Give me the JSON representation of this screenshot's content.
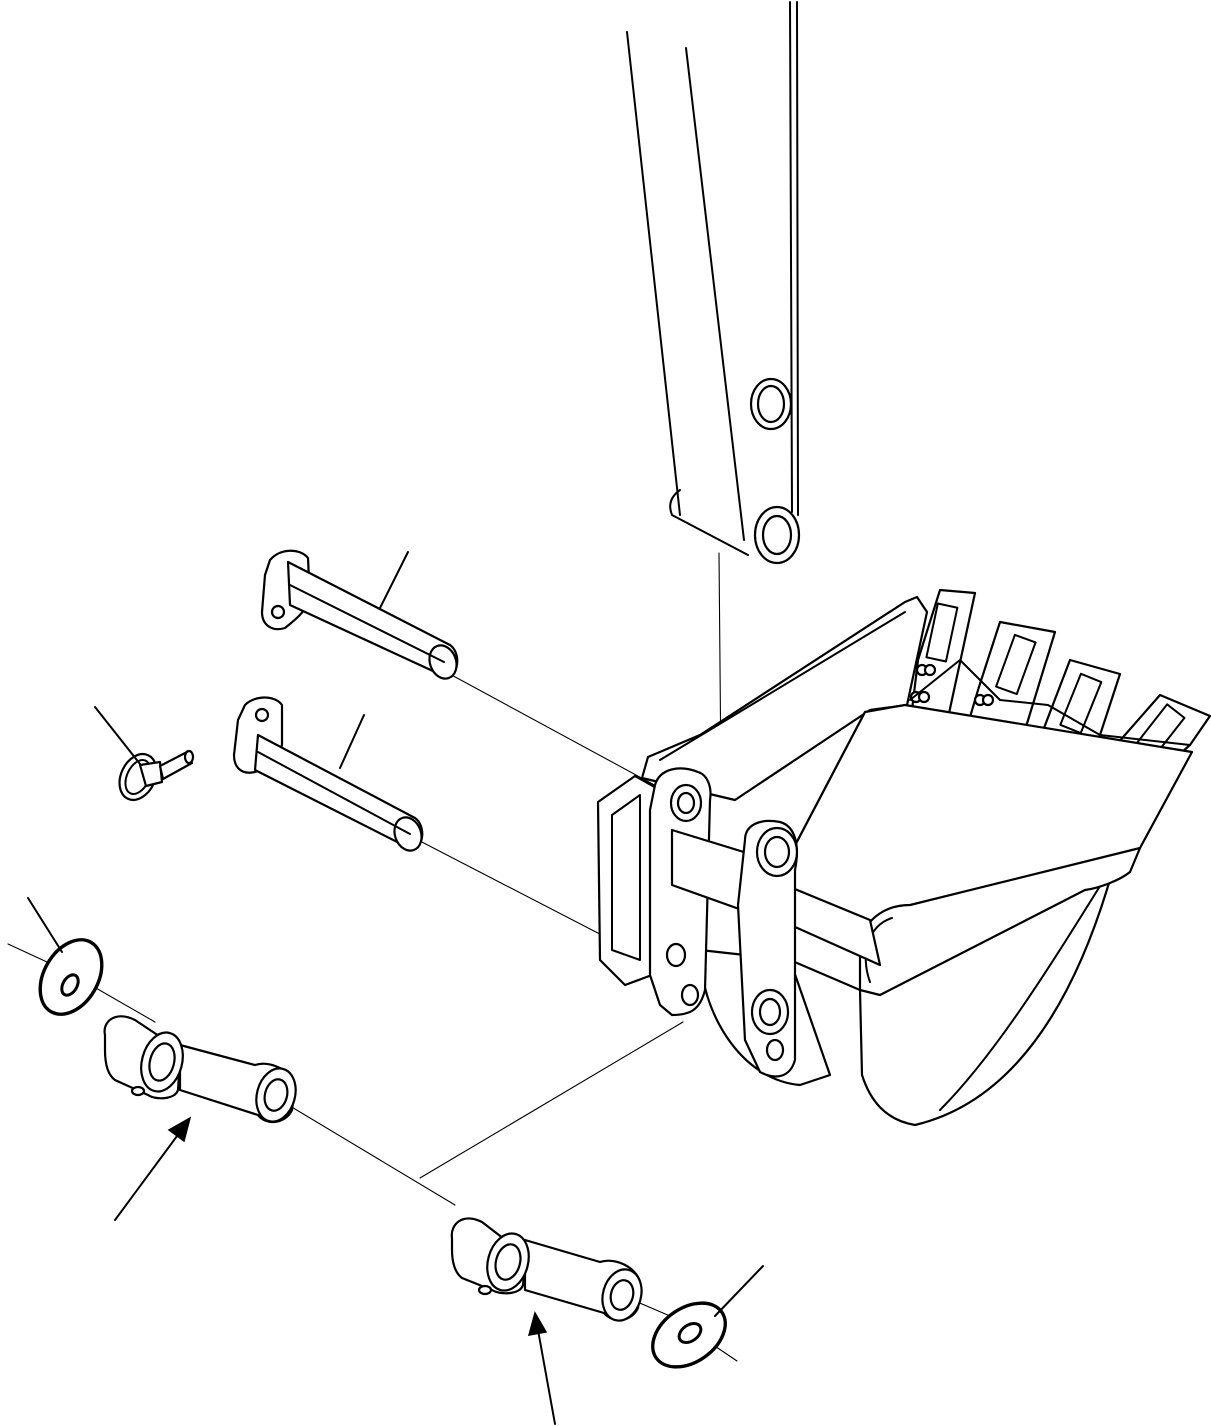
{
  "colors": {
    "ink": "#000000",
    "paper": "#ffffff"
  },
  "parts": [
    {
      "name": "arm",
      "icon": "arm-icon"
    },
    {
      "name": "bucket",
      "icon": "bucket-icon"
    },
    {
      "name": "upper-pin",
      "icon": "pin-icon"
    },
    {
      "name": "lower-pin",
      "icon": "pin-icon"
    },
    {
      "name": "lock-bolt",
      "icon": "bolt-icon"
    },
    {
      "name": "left-link",
      "icon": "link-icon"
    },
    {
      "name": "right-link",
      "icon": "link-icon"
    },
    {
      "name": "left-washer",
      "icon": "washer-icon"
    },
    {
      "name": "right-washer",
      "icon": "washer-icon"
    }
  ]
}
